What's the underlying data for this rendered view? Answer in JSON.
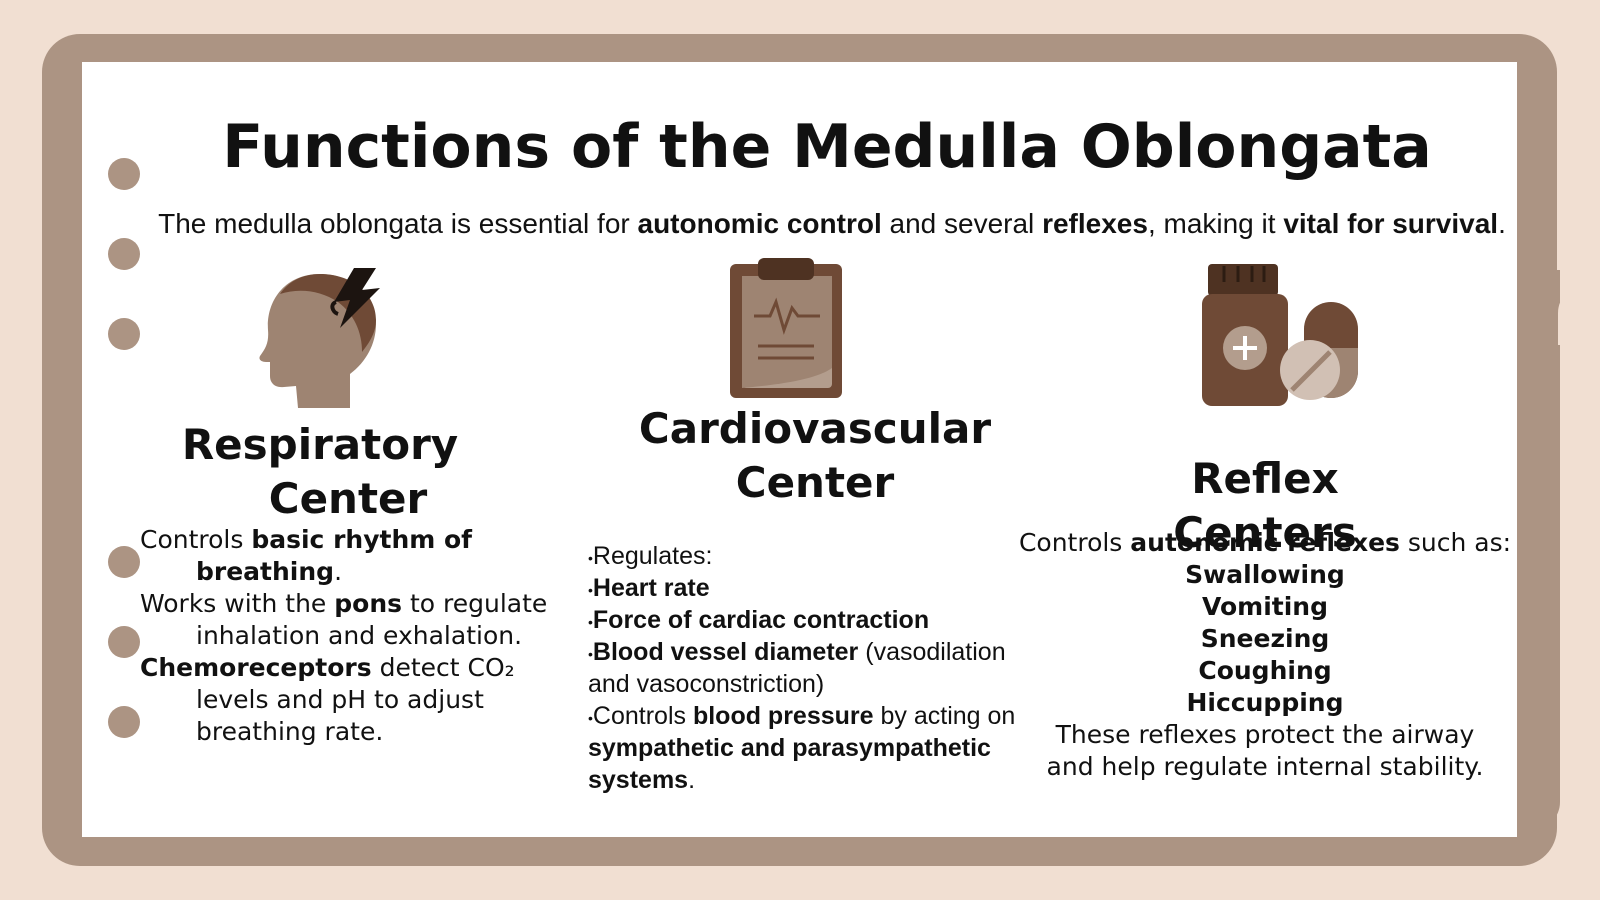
{
  "title": "Functions of the Medulla Oblongata",
  "intro": {
    "t1": "The medulla oblongata is essential for ",
    "b1": "autonomic control",
    "t2": " and several ",
    "b2": "reflexes",
    "t3": ", making it ",
    "b3": "vital for survival",
    "t4": "."
  },
  "colors": {
    "background": "#f1dfd2",
    "frame": "#ac9483",
    "paper": "#ffffff",
    "icon_dark": "#6f4a36",
    "icon_mid": "#9e8472"
  },
  "respiratory": {
    "icon": "head-lightning-icon",
    "title_line1": "Respiratory",
    "title_line2": "Center",
    "p1_t1": "Controls ",
    "p1_b1": "basic rhythm of breathing",
    "p1_t2": ".",
    "p2_t1": "Works with the ",
    "p2_b1": "pons",
    "p2_t2": " to regulate inhalation and exhalation.",
    "p3_b1": "Chemoreceptors",
    "p3_t1": " detect CO₂ levels and pH to adjust breathing rate."
  },
  "cardiovascular": {
    "icon": "clipboard-heartbeat-icon",
    "title_line1": "Cardiovascular",
    "title_line2": "Center",
    "bullet": "•",
    "l1": "Regulates:",
    "l2_b": "Heart rate",
    "l3_b": "Force of cardiac contraction",
    "l4_b": "Blood vessel diameter",
    "l4_t": " (vasodilation and vasoconstriction)",
    "l5_t1": "Controls ",
    "l5_b1": "blood pressure",
    "l5_t2": " by acting on ",
    "l5_b2": "sympathetic and parasympathetic systems",
    "l5_t3": "."
  },
  "reflex": {
    "icon": "medicine-bottle-pills-icon",
    "title": "Reflex Centers",
    "intro_t": "Controls ",
    "intro_b": "autonomic reflexes",
    "intro_t2": " such as:",
    "items": [
      "Swallowing",
      "Vomiting",
      "Sneezing",
      "Coughing",
      "Hiccupping"
    ],
    "closing": "These reflexes protect the airway and help regulate internal stability."
  }
}
